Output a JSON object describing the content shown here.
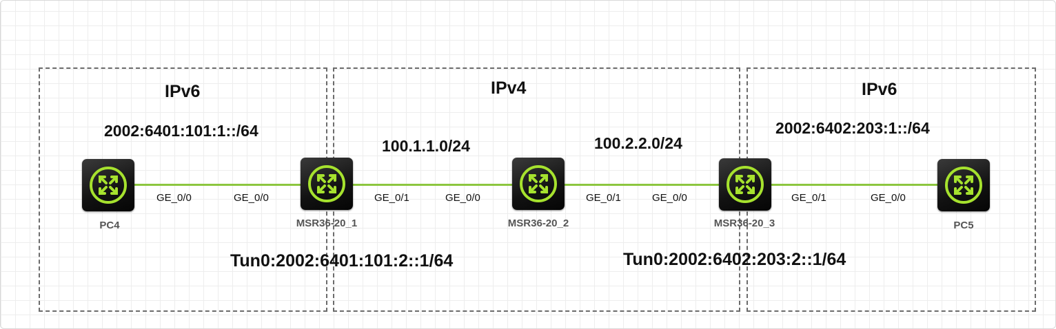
{
  "zones": [
    {
      "title": "IPv6",
      "network": "2002:6401:101:1::/64"
    },
    {
      "title": "IPv4"
    },
    {
      "title": "IPv6",
      "network": "2002:6402:203:1::/64"
    }
  ],
  "ipv4_networks": [
    "100.1.1.0/24",
    "100.2.2.0/24"
  ],
  "tunnels": [
    "Tun0:2002:6401:101:2::1/64",
    "Tun0:2002:6402:203:2::1/64"
  ],
  "devices": [
    {
      "name": "PC4",
      "icon": "router-icon"
    },
    {
      "name": "MSR36-20_1",
      "icon": "router-icon"
    },
    {
      "name": "MSR36-20_2",
      "icon": "router-icon"
    },
    {
      "name": "MSR36-20_3",
      "icon": "router-icon"
    },
    {
      "name": "PC5",
      "icon": "router-icon"
    }
  ],
  "links": [
    {
      "from": "PC4",
      "to": "MSR36-20_1",
      "from_port": "GE_0/0",
      "to_port": "GE_0/0"
    },
    {
      "from": "MSR36-20_1",
      "to": "MSR36-20_2",
      "from_port": "GE_0/1",
      "to_port": "GE_0/0"
    },
    {
      "from": "MSR36-20_2",
      "to": "MSR36-20_3",
      "from_port": "GE_0/1",
      "to_port": "GE_0/0"
    },
    {
      "from": "MSR36-20_3",
      "to": "PC5",
      "from_port": "GE_0/1",
      "to_port": "GE_0/0"
    }
  ],
  "colors": {
    "link": "#8cc63f",
    "device_icon": "#a6e22e",
    "zone_border": "#6b6b6b"
  }
}
